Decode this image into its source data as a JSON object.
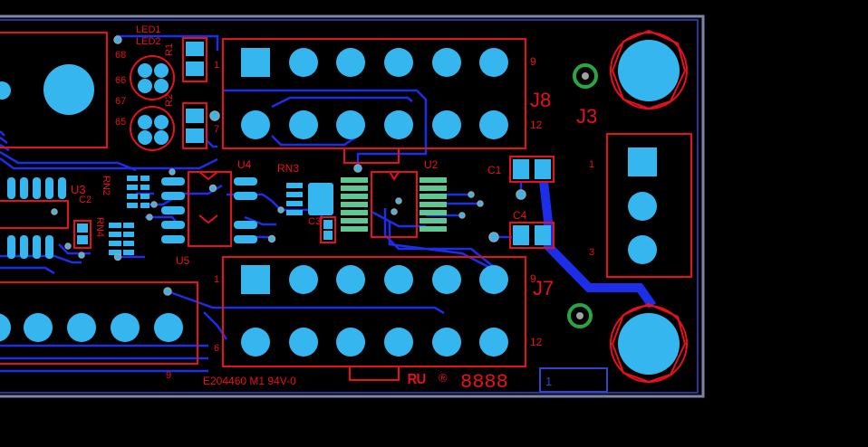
{
  "colors": {
    "background": "#000000",
    "board_outline": "#7e86a8",
    "board_border": "#3344cc",
    "top_copper": "#e8101c",
    "bottom_copper": "#1c2ee8",
    "pad": "#35b6ee",
    "via_ring": "#a0a0a0",
    "mounting_hole": "#2aa640"
  },
  "labels": {
    "led1": "LED1",
    "led2": "LED2",
    "r1": "R1",
    "r2": "R2",
    "n68": "68",
    "n66": "66",
    "n67": "67",
    "n65": "65",
    "j8": "J8",
    "j8_pin9": "9",
    "j8_pin12": "12",
    "j3": "J3",
    "j3_pin1": "1",
    "j3_pin3": "3",
    "u4": "U4",
    "rn3": "RN3",
    "u2": "U2",
    "c1": "C1",
    "c4": "C4",
    "c3": "C3",
    "u3": "U3",
    "rn2": "RN2",
    "c2": "C2",
    "rn4": "RN4",
    "u5": "U5",
    "j7": "J7",
    "j7_pin9": "9",
    "j7_pin12": "12",
    "pin1_a": "1",
    "pin1_b": "1",
    "pin7": "7",
    "pin6": "6",
    "pin9_bottom": "9",
    "board_marking": "E204460  M1  94V-0",
    "ul_mark": "ᴿᵁ",
    "registered": "®",
    "date_code": "8888",
    "layer_box": "1"
  }
}
